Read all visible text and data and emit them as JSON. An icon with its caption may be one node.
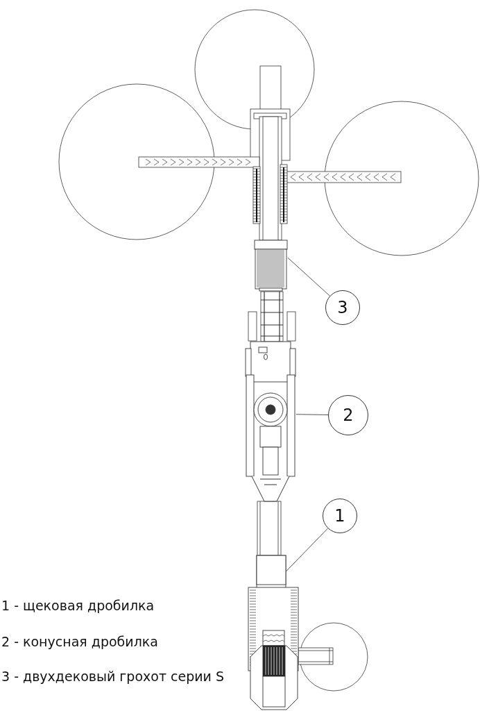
{
  "diagram": {
    "nodes": [
      {
        "text": [
          "3"
        ]
      },
      {
        "text": [
          "2"
        ]
      },
      {
        "text": [
          "1"
        ]
      },
      {
        "text": [],
        "shape": "picture"
      },
      {
        "text": [],
        "shape": "picture"
      },
      {
        "text": [],
        "shape": "picture"
      }
    ],
    "edges": [
      {
        "from": 0,
        "to": 3,
        "arrow": "none"
      },
      {
        "from": 1,
        "to": 4,
        "arrow": "none"
      },
      {
        "from": 2,
        "to": 5,
        "arrow": "none"
      }
    ],
    "labels": [
      "1 - щековая дробилка",
      "2 - конусная дробилка",
      "3 - двухдековый грохот серии S"
    ]
  }
}
